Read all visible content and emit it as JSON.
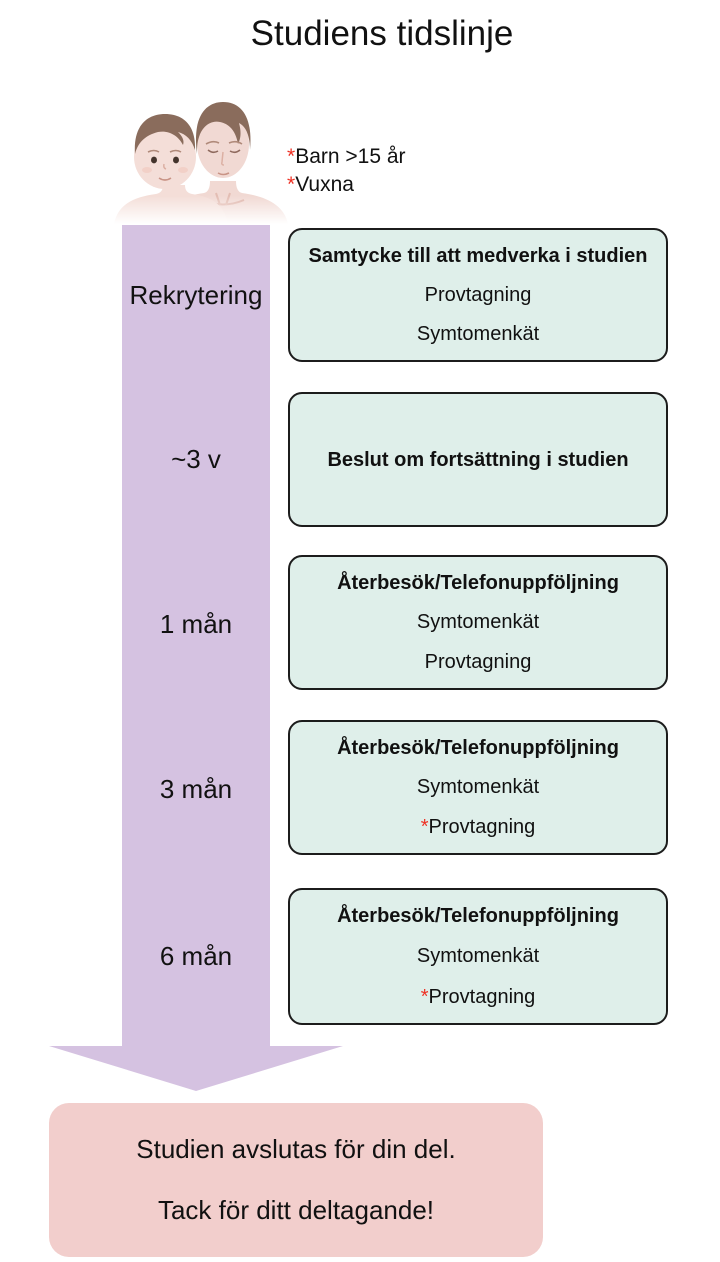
{
  "title": "Studiens tidslinje",
  "legend": {
    "lines": [
      {
        "prefix": "*",
        "text": "Barn >15 år"
      },
      {
        "prefix": "*",
        "text": "Vuxna"
      }
    ]
  },
  "timeline": {
    "stages": [
      {
        "label": "Rekrytering",
        "box": {
          "title": "Samtycke till att medverka i studien",
          "items": [
            {
              "prefix": "",
              "text": "Provtagning"
            },
            {
              "prefix": "",
              "text": "Symtomenkät"
            }
          ]
        }
      },
      {
        "label": "~3 v",
        "box": {
          "title": "Beslut om fortsättning i studien",
          "items": []
        }
      },
      {
        "label": "1 mån",
        "box": {
          "title": "Återbesök/Telefonuppföljning",
          "items": [
            {
              "prefix": "",
              "text": "Symtomenkät"
            },
            {
              "prefix": "",
              "text": "Provtagning"
            }
          ]
        }
      },
      {
        "label": "3 mån",
        "box": {
          "title": "Återbesök/Telefonuppföljning",
          "items": [
            {
              "prefix": "",
              "text": "Symtomenkät"
            },
            {
              "prefix": "*",
              "text": "Provtagning"
            }
          ]
        }
      },
      {
        "label": "6 mån",
        "box": {
          "title": "Återbesök/Telefonuppföljning",
          "items": [
            {
              "prefix": "",
              "text": "Symtomenkät"
            },
            {
              "prefix": "*",
              "text": "Provtagning"
            }
          ]
        }
      }
    ]
  },
  "footer": {
    "line1": "Studien avslutas för din del.",
    "line2": "Tack för ditt deltagande!"
  },
  "colors": {
    "arrow_purple": "#d5c2e1",
    "box_mint": "#dfefea",
    "box_border": "#1c1c1c",
    "footer_pink": "#f2cecc",
    "asterisk_red": "#ee3124",
    "text": "#111111"
  },
  "illustration": {
    "name": "child-and-adult"
  }
}
